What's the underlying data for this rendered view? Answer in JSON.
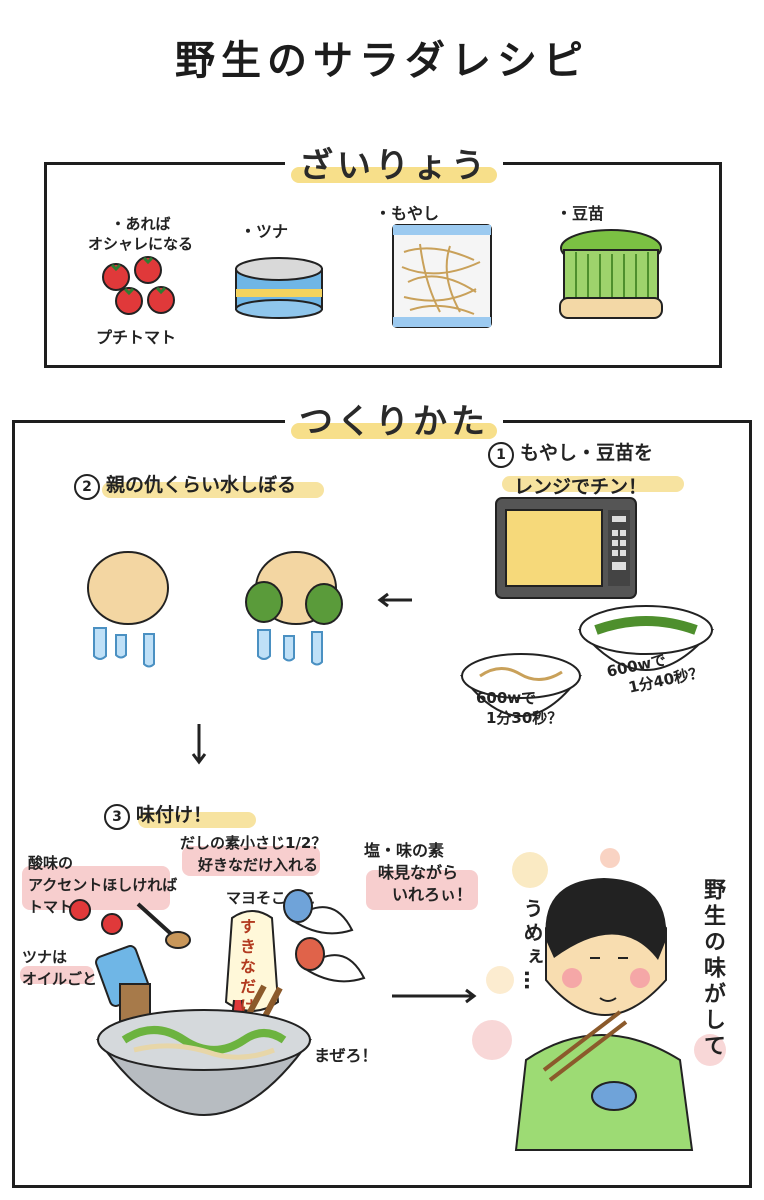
{
  "title": "野生のサラダレシピ",
  "ingredients": {
    "heading": "ざいりょう",
    "tomato_note_line1": "・あれば",
    "tomato_note_line2": "オシャレになる",
    "tomato_label": "プチトマト",
    "tuna_label": "・ツナ",
    "moyashi_label": "・もやし",
    "toumyou_label": "・豆苗"
  },
  "method": {
    "heading": "つくりかた",
    "step1_num": "1",
    "step1_line1": "もやし・豆苗を",
    "step1_line2": "レンジでチン！",
    "bowl1_line1": "600wで",
    "bowl1_line2": "1分30秒？",
    "bowl2_line1": "600wで",
    "bowl2_line2": "1分40秒？",
    "step2_num": "2",
    "step2_text": "親の仇くらい水しぼる",
    "step3_num": "3",
    "step3_text": "味付け！",
    "acid_line1": "酸味の",
    "acid_line2": "アクセントほしければ",
    "acid_line3": "トマト！",
    "dashi_line1": "だしの素小さじ1/2？",
    "dashi_line2": "好きなだけ入れる",
    "mayo_text": "マヨそこそこ",
    "salt_line1": "塩・味の素",
    "salt_line2": "味見ながら",
    "salt_line3": "いれろぃ！",
    "tuna_line1": "ツナは",
    "tuna_line2": "オイルごと",
    "mayo_bottle": "すきなだけ",
    "mix_text": "まぜろ！",
    "uma_text": "うめぇ…",
    "wild_text": "野生の味がして"
  }
}
